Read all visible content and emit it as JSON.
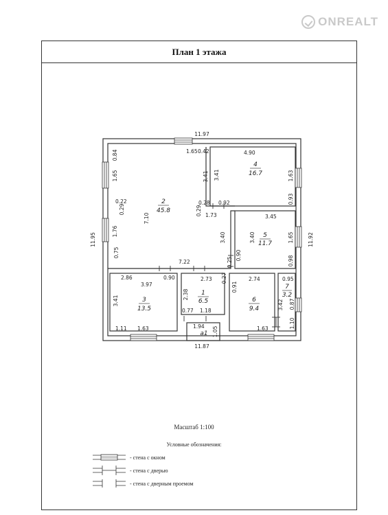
{
  "title": "План 1 этажа",
  "watermark": "ONREALT",
  "overall": {
    "top": "11.97",
    "bottom": "11.87",
    "left": "11.95",
    "right": "11.92"
  },
  "rooms": [
    {
      "key": "r2",
      "num": "2",
      "area": "45.8"
    },
    {
      "key": "r4",
      "num": "4",
      "area": "16.7"
    },
    {
      "key": "r5",
      "num": "5",
      "area": "11.7"
    },
    {
      "key": "r3",
      "num": "3",
      "area": "13.5"
    },
    {
      "key": "r1",
      "num": "1",
      "area": "6.5"
    },
    {
      "key": "r6",
      "num": "6",
      "area": "9.4"
    },
    {
      "key": "r7",
      "num": "7",
      "area": "3.2"
    },
    {
      "key": "ra1",
      "num": "а1",
      "area": ""
    }
  ],
  "dims": {
    "d_165_top": "1.65",
    "d_042": "0.42",
    "d_490": "4.90",
    "d_084": "0.84",
    "d_165_left": "1.65",
    "d_022": "0.22",
    "d_029_left": "0.29",
    "d_176": "1.76",
    "d_710": "7.10",
    "d_075": "0.75",
    "d_341_r2": "3.41",
    "d_341_r4": "3.41",
    "d_163_r4": "1.63",
    "d_093": "0.93",
    "d_028": "0.28",
    "d_029_mid": "0.29",
    "d_092": "0.92",
    "d_173": "1.73",
    "d_345": "3.45",
    "d_340_a": "3.40",
    "d_340_b": "3.40",
    "d_165_r5": "1.65",
    "d_098": "0.98",
    "d_025": "0.25",
    "d_090_v": "0.90",
    "d_722": "7.22",
    "d_286": "2.86",
    "d_090_h": "0.90",
    "d_397": "3.97",
    "d_341_r3": "3.41",
    "d_111": "1.11",
    "d_163_r3": "1.63",
    "d_273": "2.73",
    "d_027": "0.27",
    "d_238": "2.38",
    "d_077": "0.77",
    "d_118": "1.18",
    "d_091": "0.91",
    "d_274": "2.74",
    "d_095": "0.95",
    "d_342": "3.42",
    "d_087": "0.87",
    "d_110": "1.10",
    "d_163_r6": "1.63",
    "d_194": "1.94",
    "d_105": "1.05"
  },
  "scale": "Масштаб 1:100",
  "legend": {
    "title": "Условные обозначения:",
    "items": [
      {
        "label": "- стена с окном"
      },
      {
        "label": "- стена с дверью"
      },
      {
        "label": "- стена с дверным проемом"
      }
    ]
  }
}
